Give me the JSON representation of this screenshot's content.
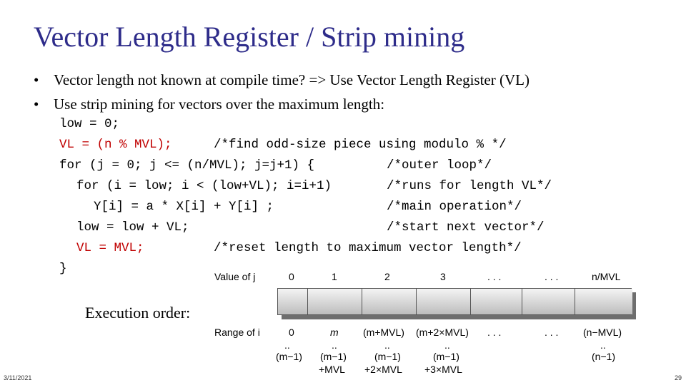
{
  "title": "Vector Length Register / Strip mining",
  "bullets": [
    {
      "symbol": "•",
      "text": "Vector length not known at compile time? => Use Vector Length Register (VL)"
    },
    {
      "symbol": "•",
      "text": "Use strip mining for vectors over the maximum length:"
    }
  ],
  "code": {
    "l1": "low = 0;",
    "l2_code": "VL = (n % MVL);",
    "l2_comment": "/*find odd-size piece using modulo % */",
    "l3_code": "for (j = 0; j <= (n/MVL); j=j+1) {",
    "l3_comment": "/*outer loop*/",
    "l4_code": "for (i = low; i < (low+VL); i=i+1)",
    "l4_comment": "/*runs for length VL*/",
    "l5_code": "Y[i] = a * X[i] + Y[i] ;",
    "l5_comment": "/*main operation*/",
    "l6_code": "low = low + VL;",
    "l6_comment": "/*start next vector*/",
    "l7_code": "VL = MVL;",
    "l7_comment": "/*reset length to maximum vector length*/",
    "l8": "}"
  },
  "exec_label": "Execution order:",
  "diagram": {
    "value_label": "Value of j",
    "values": [
      "0",
      "1",
      "2",
      "3",
      ". . .",
      ". . .",
      "n/MVL"
    ],
    "range_label": "Range of i",
    "ranges_top": [
      "0",
      "m",
      "(m+MVL)",
      "(m+2×MVL)",
      ". . .",
      ". . .",
      "(n−MVL)"
    ],
    "ranges_mid": [
      "..",
      "..",
      "..",
      "..",
      ".."
    ],
    "ranges_bot": [
      "(m−1)",
      "(m−1)",
      "(m−1)",
      "(m−1)",
      "(n−1)"
    ],
    "ranges_bot2": [
      "+MVL",
      "+2×MVL",
      "+3×MVL"
    ]
  },
  "footer": {
    "date": "3/11/2021",
    "page": "29"
  },
  "colors": {
    "title": "#2e2c8a",
    "code_red": "#c00000"
  }
}
